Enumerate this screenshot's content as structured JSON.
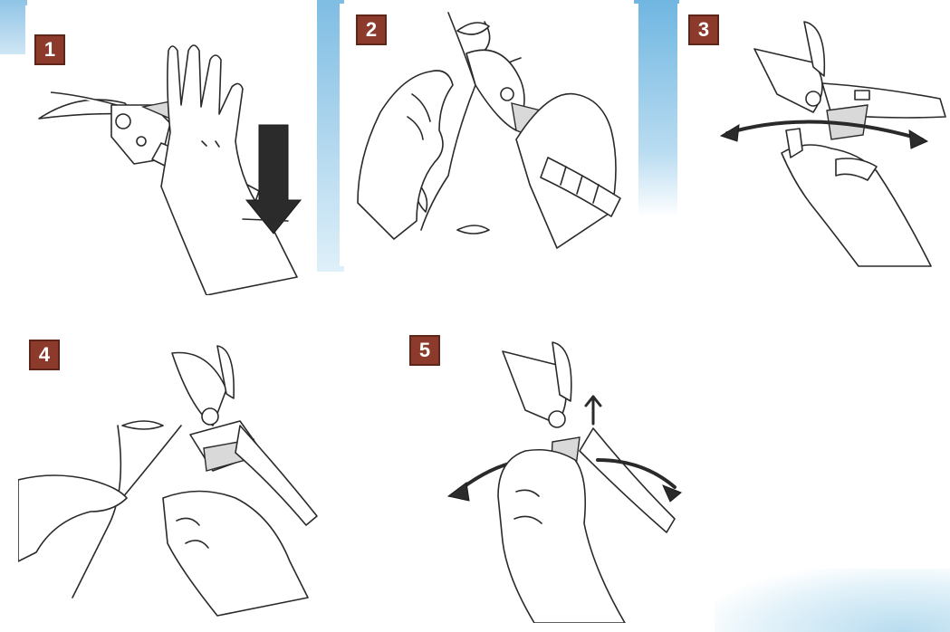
{
  "colors": {
    "badge_background": "#8b3a2b",
    "badge_text": "#ffffff",
    "line_art": "#2a2a2a",
    "sky_accent": "#7fbde3"
  },
  "steps": [
    {
      "number": "1",
      "icon": "hand-with-wrist-strap-pruner-and-down-arrow"
    },
    {
      "number": "2",
      "icon": "hand-holding-branch-being-cut"
    },
    {
      "number": "3",
      "icon": "pruner-opening-with-curved-arrow"
    },
    {
      "number": "4",
      "icon": "two-hands-cutting-stem"
    },
    {
      "number": "5",
      "icon": "pruner-closing-with-curved-arrows"
    }
  ]
}
